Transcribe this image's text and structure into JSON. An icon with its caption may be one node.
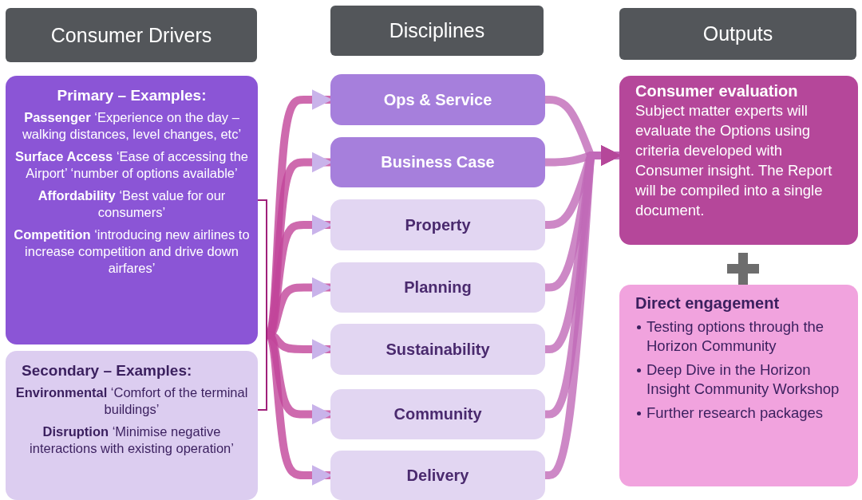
{
  "diagram": {
    "nodes": [
      {
        "text": [
          "Consumer Drivers"
        ]
      },
      {
        "text": [
          "Disciplines"
        ]
      },
      {
        "text": [
          "Outputs"
        ]
      },
      {
        "text": [
          "Primary – Examples:",
          "**Passenger** ‘Experience on the day – walking distances, level changes, etc’",
          "**Surface Access** ‘Ease of accessing the Airport’ ‘number of options available’",
          "**Affordability** ‘Best value for our consumers’",
          "**Competition** ‘introducing new airlines to increase competition and drive down airfares’"
        ]
      },
      {
        "text": [
          "Secondary – Examples:",
          "**Environmental** ‘Comfort of the terminal buildings’",
          "**Disruption** ‘Minimise negative interactions with existing operation’"
        ]
      },
      {
        "text": [
          "Ops & Service"
        ]
      },
      {
        "text": [
          "Business Case"
        ]
      },
      {
        "text": [
          "Property"
        ]
      },
      {
        "text": [
          "Planning"
        ]
      },
      {
        "text": [
          "Sustainability"
        ]
      },
      {
        "text": [
          "Community"
        ]
      },
      {
        "text": [
          "Delivery"
        ]
      },
      {
        "text": [
          "Consumer evaluation",
          "Subject matter experts will evaluate the Options using criteria developed with Consumer insight. The Report will be compiled into a single document."
        ]
      },
      {
        "text": [
          "Direct engagement",
          "Testing options through the Horizon Community",
          "Deep Dive in the Horizon Insight Community Workshop",
          "Further research packages"
        ]
      },
      {
        "text": [],
        "shape": "bracket"
      }
    ],
    "edges": [
      {
        "from": 14,
        "to": 5,
        "arrow": "to"
      },
      {
        "from": 14,
        "to": 6,
        "arrow": "to"
      },
      {
        "from": 14,
        "to": 7,
        "arrow": "to"
      },
      {
        "from": 14,
        "to": 8,
        "arrow": "to"
      },
      {
        "from": 14,
        "to": 9,
        "arrow": "to"
      },
      {
        "from": 14,
        "to": 10,
        "arrow": "to"
      },
      {
        "from": 14,
        "to": 11,
        "arrow": "to"
      },
      {
        "from": 5,
        "to": 12,
        "arrow": "to"
      },
      {
        "from": 6,
        "to": 12,
        "arrow": "to"
      },
      {
        "from": 7,
        "to": 12,
        "arrow": "to"
      },
      {
        "from": 8,
        "to": 12,
        "arrow": "to"
      },
      {
        "from": 9,
        "to": 12,
        "arrow": "to"
      },
      {
        "from": 10,
        "to": 12,
        "arrow": "to"
      },
      {
        "from": 11,
        "to": 12,
        "arrow": "to"
      }
    ]
  }
}
